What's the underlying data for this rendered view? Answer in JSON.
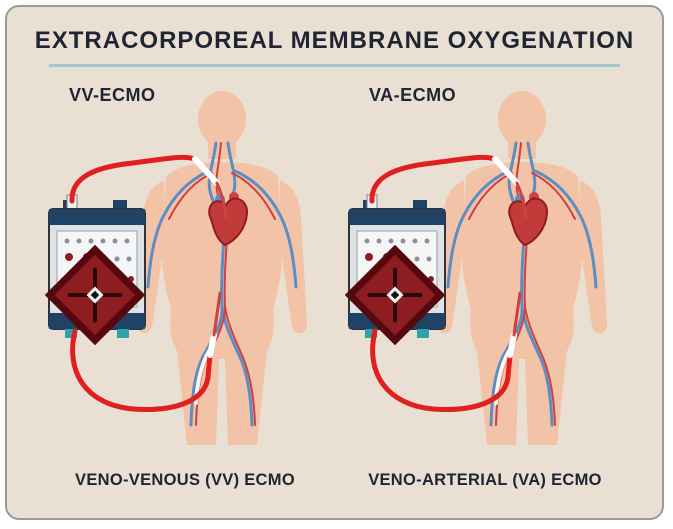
{
  "title": "EXTRACORPOREAL MEMBRANE OXYGENATION",
  "panels": [
    {
      "id": "vv",
      "label": "VV-ECMO",
      "caption": "VENO-VENOUS (VV) ECMO"
    },
    {
      "id": "va",
      "label": "VA-ECMO",
      "caption": "VENO-ARTERIAL (VA) ECMO"
    }
  ],
  "colors": {
    "frame_background": "#eadfd3",
    "frame_border": "#9a9a9a",
    "title_ink": "#1f2533",
    "divider_teal": "#9ec9d2",
    "skin": "#f2c3a6",
    "vein_blue": "#5b8fc3",
    "artery_red": "#d04040",
    "heart_red": "#c23b3b",
    "machine_navy": "#1f4265",
    "machine_grey": "#dfe3e6",
    "oxygenator_red": "#8e1d22",
    "tube_red": "#e01f1f",
    "accent_teal": "#2fa3ad"
  }
}
